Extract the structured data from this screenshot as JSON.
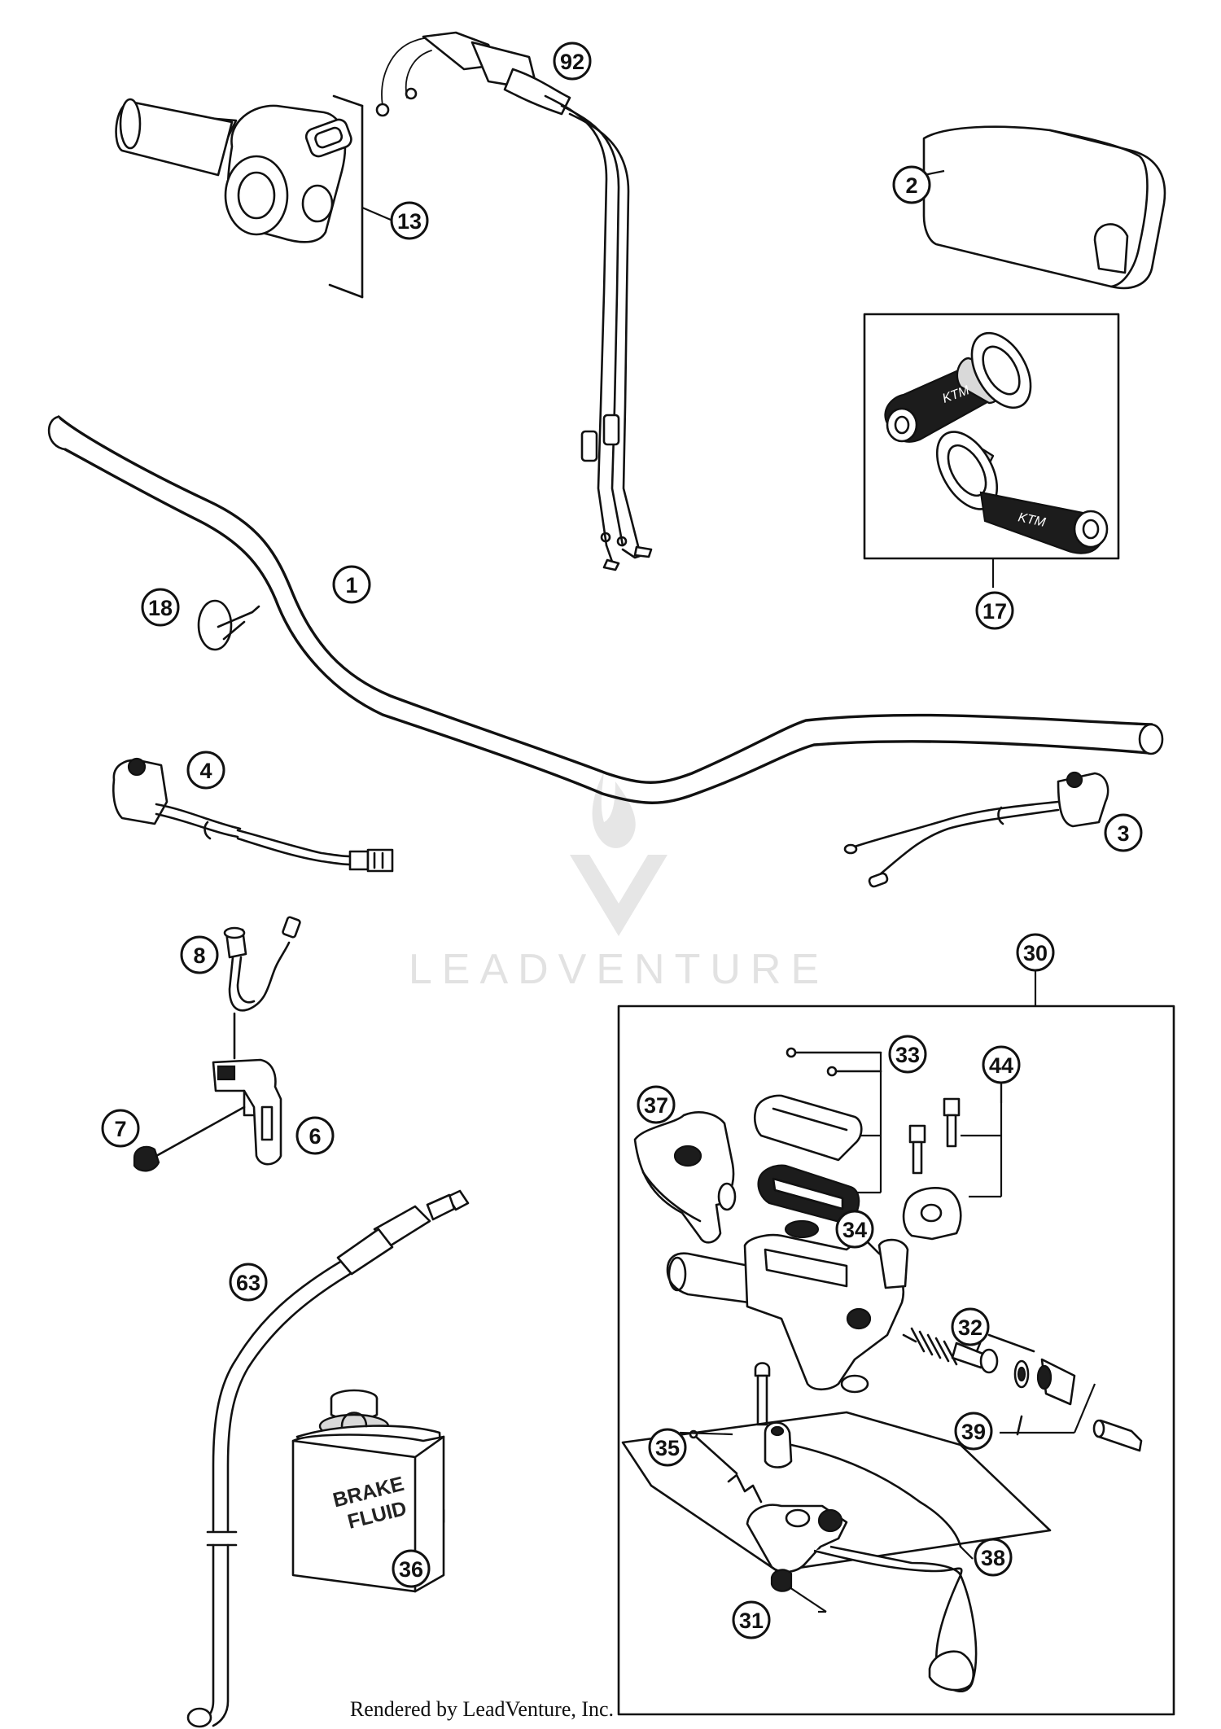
{
  "watermark": {
    "brand": "LEADVENTURE"
  },
  "footer": {
    "credit": "Rendered by LeadVenture, Inc."
  },
  "container_label": {
    "text": "BRAKE\nFLUID"
  },
  "callouts": [
    {
      "name": "callout-1",
      "label": "1"
    },
    {
      "name": "callout-2",
      "label": "2"
    },
    {
      "name": "callout-3",
      "label": "3"
    },
    {
      "name": "callout-4",
      "label": "4"
    },
    {
      "name": "callout-6",
      "label": "6"
    },
    {
      "name": "callout-7",
      "label": "7"
    },
    {
      "name": "callout-8",
      "label": "8"
    },
    {
      "name": "callout-13",
      "label": "13"
    },
    {
      "name": "callout-17",
      "label": "17"
    },
    {
      "name": "callout-18",
      "label": "18"
    },
    {
      "name": "callout-30",
      "label": "30"
    },
    {
      "name": "callout-31",
      "label": "31"
    },
    {
      "name": "callout-32",
      "label": "32"
    },
    {
      "name": "callout-33",
      "label": "33"
    },
    {
      "name": "callout-34",
      "label": "34"
    },
    {
      "name": "callout-35",
      "label": "35"
    },
    {
      "name": "callout-36",
      "label": "36"
    },
    {
      "name": "callout-37",
      "label": "37"
    },
    {
      "name": "callout-38",
      "label": "38"
    },
    {
      "name": "callout-39",
      "label": "39"
    },
    {
      "name": "callout-44",
      "label": "44"
    },
    {
      "name": "callout-63",
      "label": "63"
    },
    {
      "name": "callout-92",
      "label": "92"
    }
  ]
}
